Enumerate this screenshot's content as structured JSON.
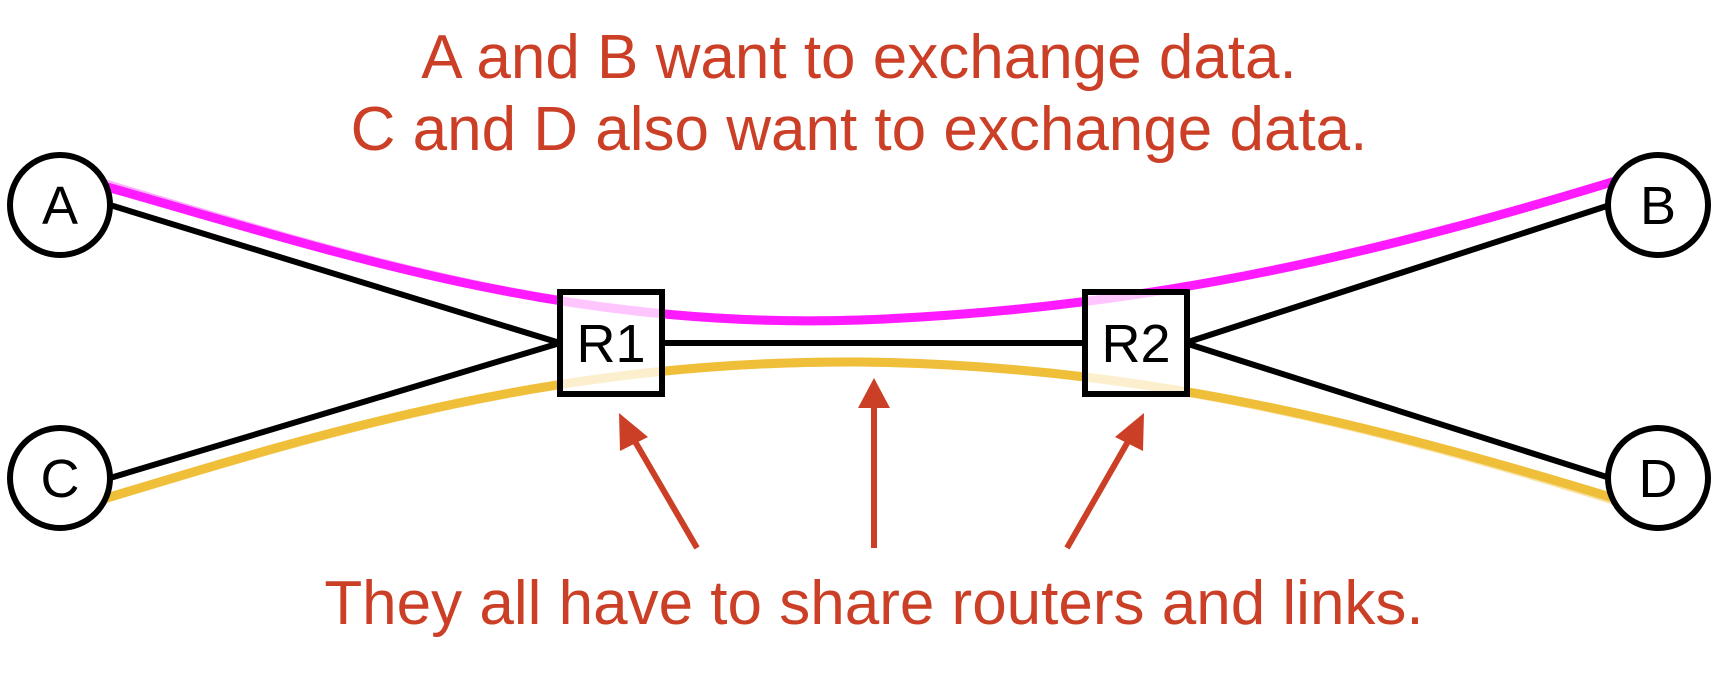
{
  "captions": {
    "line1": "A and B want to exchange data.",
    "line2": "C and D also want to exchange data.",
    "bottom": "They all have to share routers and links."
  },
  "hosts": {
    "a": "A",
    "b": "B",
    "c": "C",
    "d": "D"
  },
  "routers": {
    "r1": "R1",
    "r2": "R2"
  },
  "colors": {
    "caption": "#cc3f27",
    "flow_ab": "#ff1aff",
    "flow_cd": "#f0bf3a",
    "link": "#000000",
    "arrow": "#cc3f27"
  }
}
